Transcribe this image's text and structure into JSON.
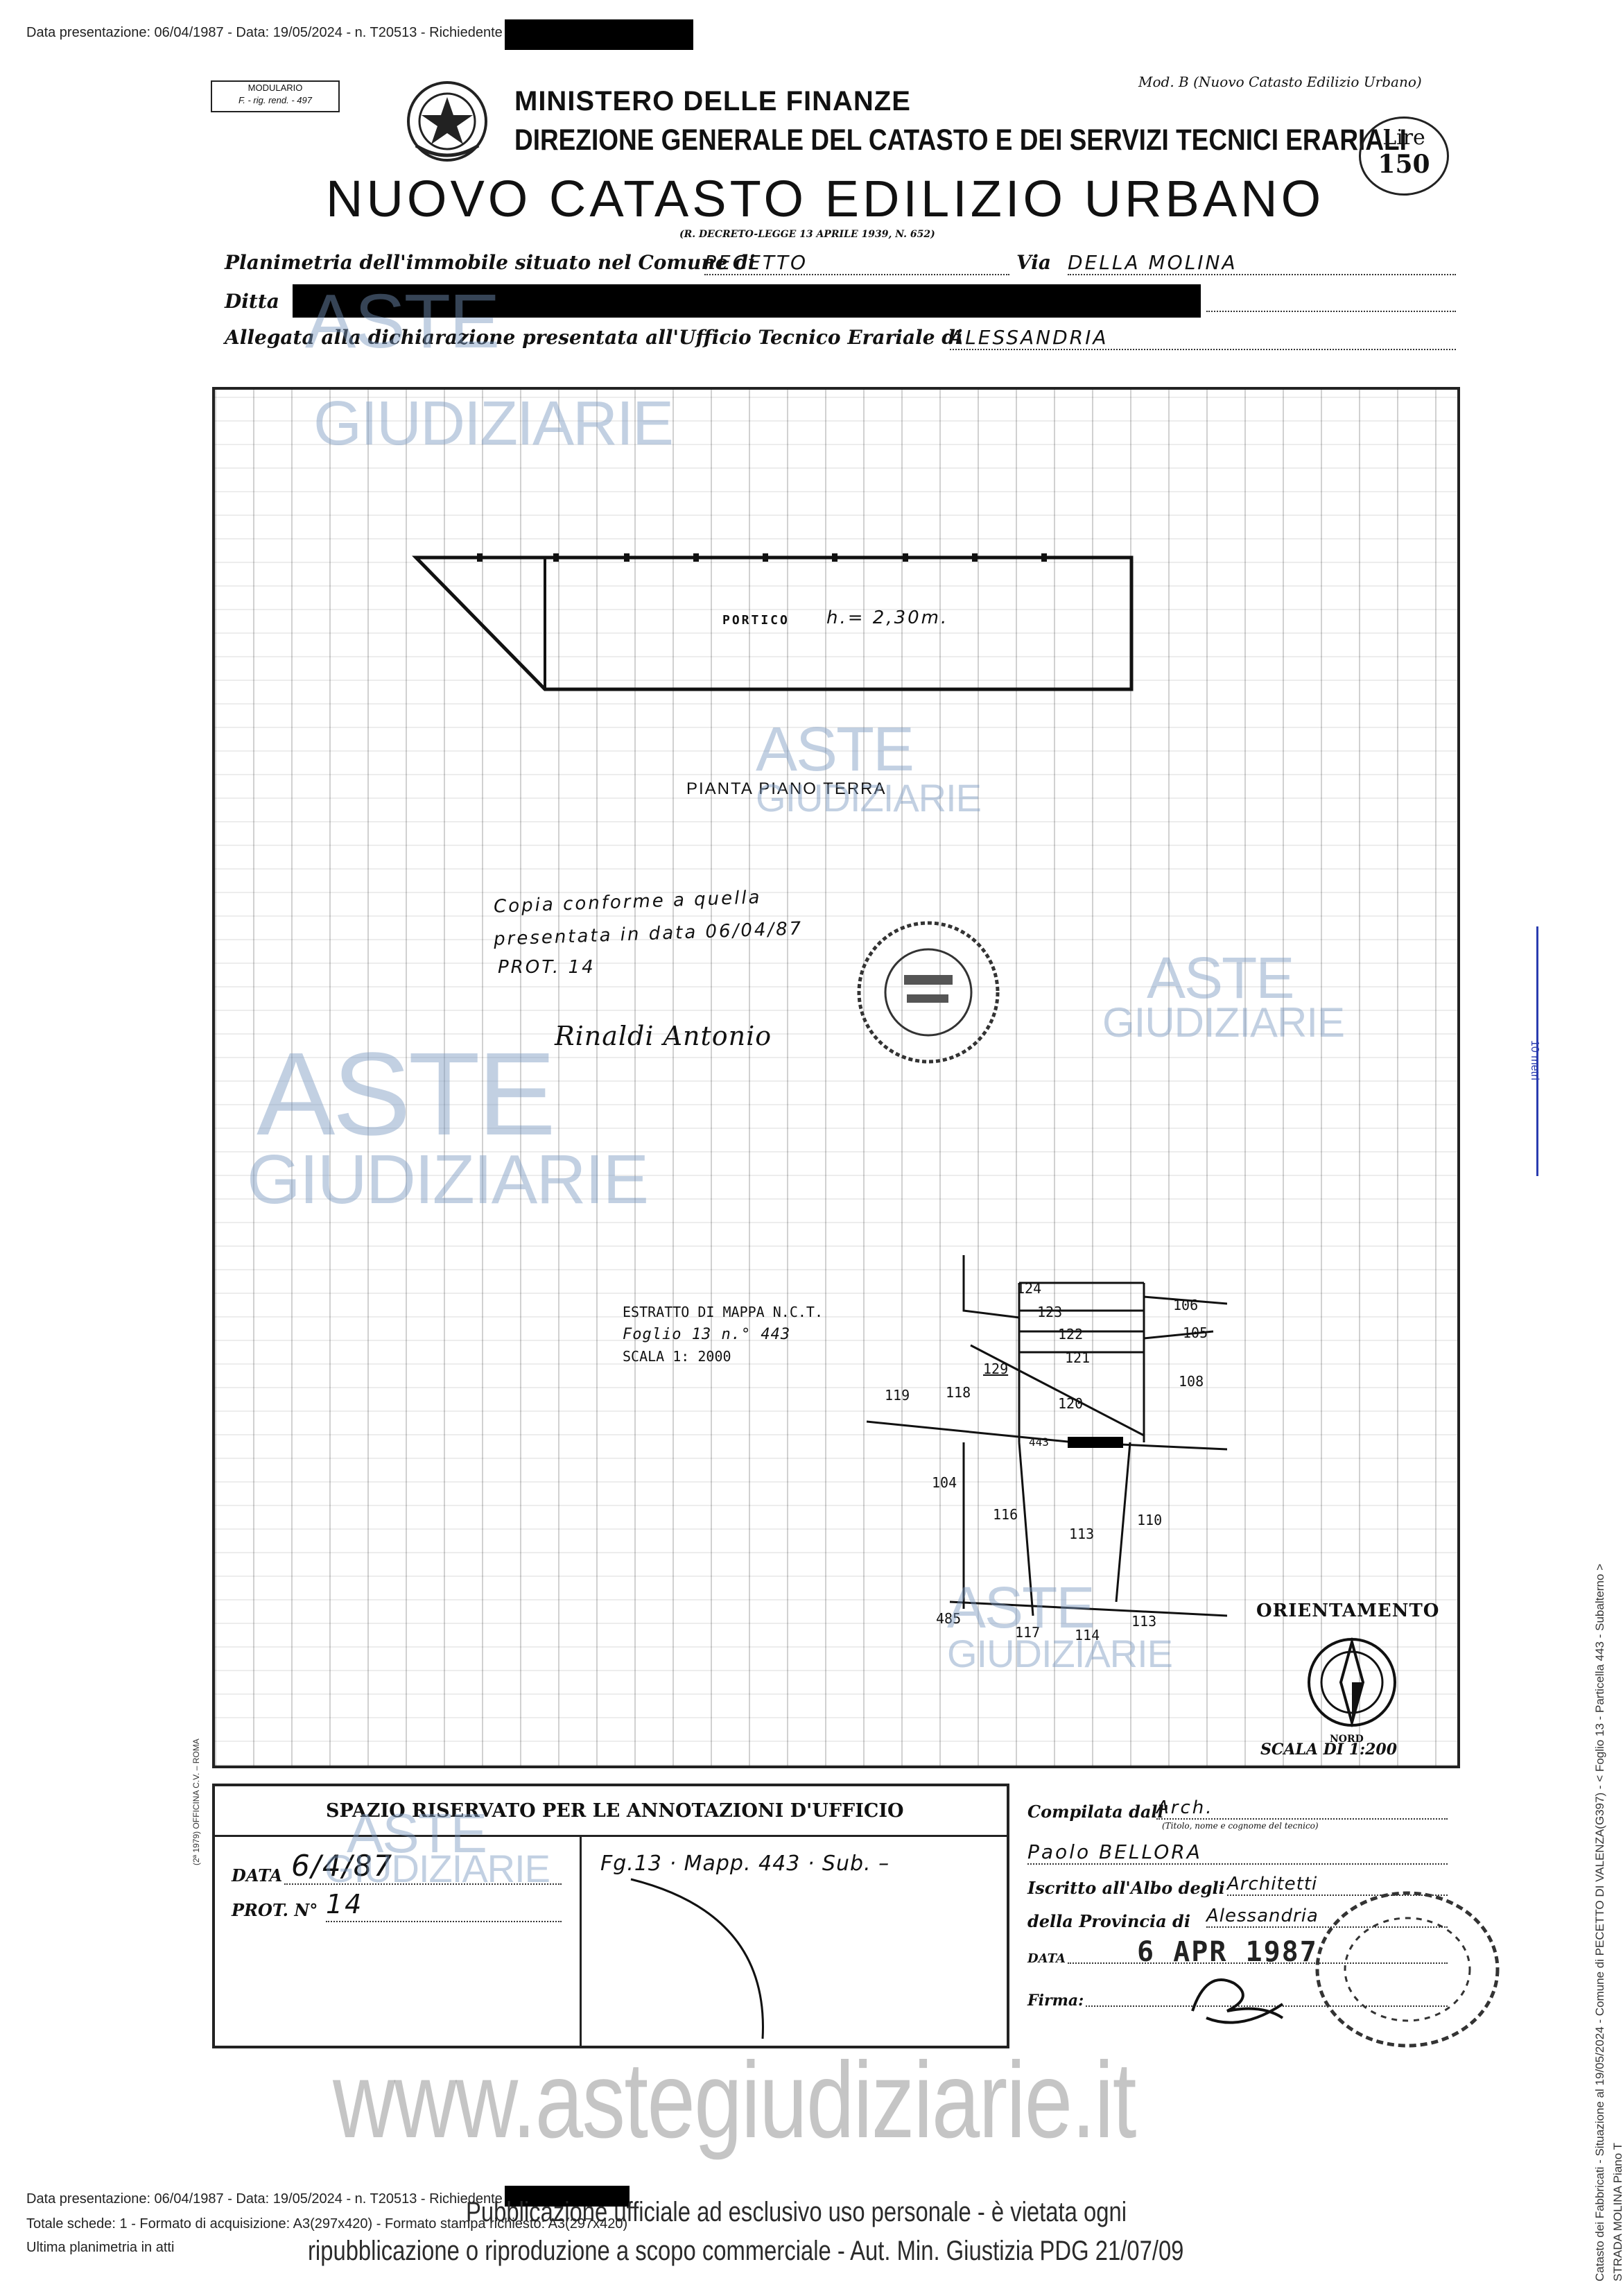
{
  "header": {
    "top_left_line": "Data presentazione: 06/04/1987 - Data: 19/05/2024 - n. T20513 - Richiedente",
    "modulario": "MODULARIO",
    "modulario_code": "F. - rig. rend. - 497",
    "mod_b": "Mod. B (Nuovo Catasto Edilizio Urbano)",
    "ministero": "MINISTERO DELLE FINANZE",
    "direzione": "DIREZIONE GENERALE DEL CATASTO E DEI SERVIZI TECNICI ERARIALI",
    "lire_label": "Lire",
    "lire_value": "150",
    "title": "NUOVO CATASTO EDILIZIO URBANO",
    "decreto": "(R. DECRETO-LEGGE 13 APRILE 1939, N. 652)"
  },
  "form": {
    "planimetria_label": "Planimetria dell'immobile situato nel Comune di",
    "comune": "PECETTO",
    "via_label": "Via",
    "via": "DELLA MOLINA",
    "ditta_label": "Ditta",
    "allegata_label": "Allegata alla dichiarazione presentata all'Ufficio Tecnico Erariale di",
    "ufficio": "ALESSANDRIA"
  },
  "plan": {
    "portico": "PORTICO",
    "height": "h.= 2,30m.",
    "pianta": "PIANTA PIANO TERRA",
    "copia_line1": "Copia conforme a quella",
    "copia_line2": "presentata in data 06/04/87",
    "prot": "PROT. 14",
    "signature": "Rinaldi Antonio",
    "estratto_line1": "ESTRATTO DI MAPPA N.C.T.",
    "estratto_line2": "Foglio 13 n.° 443",
    "estratto_line3": "SCALA 1: 2000",
    "orientamento": "ORIENTAMENTO",
    "nord": "NORD",
    "scala": "SCALA DI 1:200",
    "map_numbers": [
      "124",
      "123",
      "122",
      "121",
      "120",
      "129",
      "106",
      "105",
      "108",
      "119",
      "118",
      "443",
      "104",
      "116",
      "113",
      "110",
      "485",
      "117",
      "114",
      "113"
    ]
  },
  "side": {
    "ten_meters": "10 metri",
    "vertical_info": "Catasto dei Fabbricati - Situazione al 19/05/2024 - Comune di PECETTO DI VALENZA(G397) - < Foglio 13 - Particella 443 - Subalterno >",
    "vertical_info2": "STRADA MOLINA Piano T"
  },
  "office": {
    "heading": "SPAZIO RISERVATO PER LE ANNOTAZIONI D'UFFICIO",
    "data_label": "DATA",
    "data_value": "6/4/87",
    "prot_label": "PROT. N°",
    "prot_value": "14",
    "foglio_text": "Fg.13 · Mapp. 443 · Sub. –",
    "compilata_label": "Compilata dall'",
    "compilata_value": "Arch.",
    "titolo_note": "(Titolo, nome e cognome del tecnico)",
    "tecnico": "Paolo   BELLORA",
    "iscritto_label": "Iscritto all'Albo degli",
    "iscritto_value": "Architetti",
    "provincia_label": "della Provincia di",
    "provincia_value": "Alessandria",
    "data2_label": "DATA",
    "data2_value": "6 APR 1987",
    "firma_label": "Firma:",
    "printer_note": "(2ª 1979) OFFICINA C.V. – ROMA"
  },
  "watermark": {
    "aste": "ASTE",
    "giudiziarie": "GIUDIZIARIE",
    "site": "www.astegiudiziarie.it"
  },
  "footer": {
    "line1": "Data presentazione: 06/04/1987 - Data: 19/05/2024 - n. T20513 - Richiedente",
    "line2": "Totale schede: 1 - Formato di acquisizione: A3(297x420) - Formato stampa richiesto: A3(297x420)",
    "line3": "Ultima planimetria in atti",
    "pub1": "Pubblicazione ufficiale ad esclusivo uso personale - è vietata ogni",
    "pub2": "ripubblicazione o riproduzione a scopo commerciale - Aut. Min. Giustizia PDG 21/07/09"
  }
}
